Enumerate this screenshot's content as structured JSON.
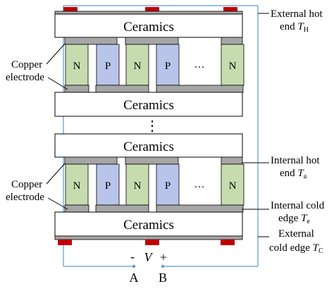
{
  "colors": {
    "ceramic_fill": "#ffffff",
    "electrode": "#a6a6a6",
    "n_leg": "#c6dcae",
    "p_leg": "#b8c4ea",
    "contact": "#c00000",
    "wire": "#5b9bd5",
    "line": "#000000"
  },
  "labels": {
    "ceramics": "Ceramics",
    "n": "N",
    "p": "P",
    "ellipsis": "…",
    "vertical_dots": "⋮",
    "copper_electrode_top": {
      "line1": "Copper",
      "line2": "electrode"
    },
    "copper_electrode_bottom": {
      "line1": "Copper",
      "line2": "electrode"
    },
    "external_hot": {
      "line1": "External hot",
      "line2_text": "end ",
      "symbol": "T",
      "sub": "H"
    },
    "internal_hot": {
      "line1": "Internal hot",
      "line2_text": "end ",
      "symbol": "T",
      "sub": "a"
    },
    "internal_cold": {
      "line1": "Internal cold",
      "line2_text": "edge ",
      "symbol": "T",
      "sub": "e"
    },
    "external_cold": {
      "line1": "External",
      "line2_text": "cold edge ",
      "symbol": "T",
      "sub": "C"
    },
    "minus": "-",
    "voltage": "V",
    "plus": "+",
    "terminal_a": "A",
    "terminal_b": "B"
  },
  "top_module_legs": [
    "N",
    "P",
    "N",
    "P",
    "…",
    "N"
  ],
  "bottom_module_legs": [
    "N",
    "P",
    "N",
    "P",
    "…",
    "N"
  ]
}
